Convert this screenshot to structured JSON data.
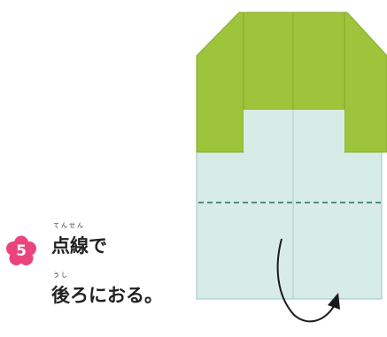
{
  "step": {
    "number": "5",
    "badge_color": "#e9457c"
  },
  "instruction": {
    "line1": "点線で",
    "line1_ruby": "てんせん",
    "line2": "後ろにおる。",
    "line2_ruby": "うし"
  },
  "colors": {
    "paper_front": "#d7ece6",
    "paper_back": "#9dc43a",
    "fold_line": "#2a6a63",
    "arrow": "#1a1a1a"
  }
}
